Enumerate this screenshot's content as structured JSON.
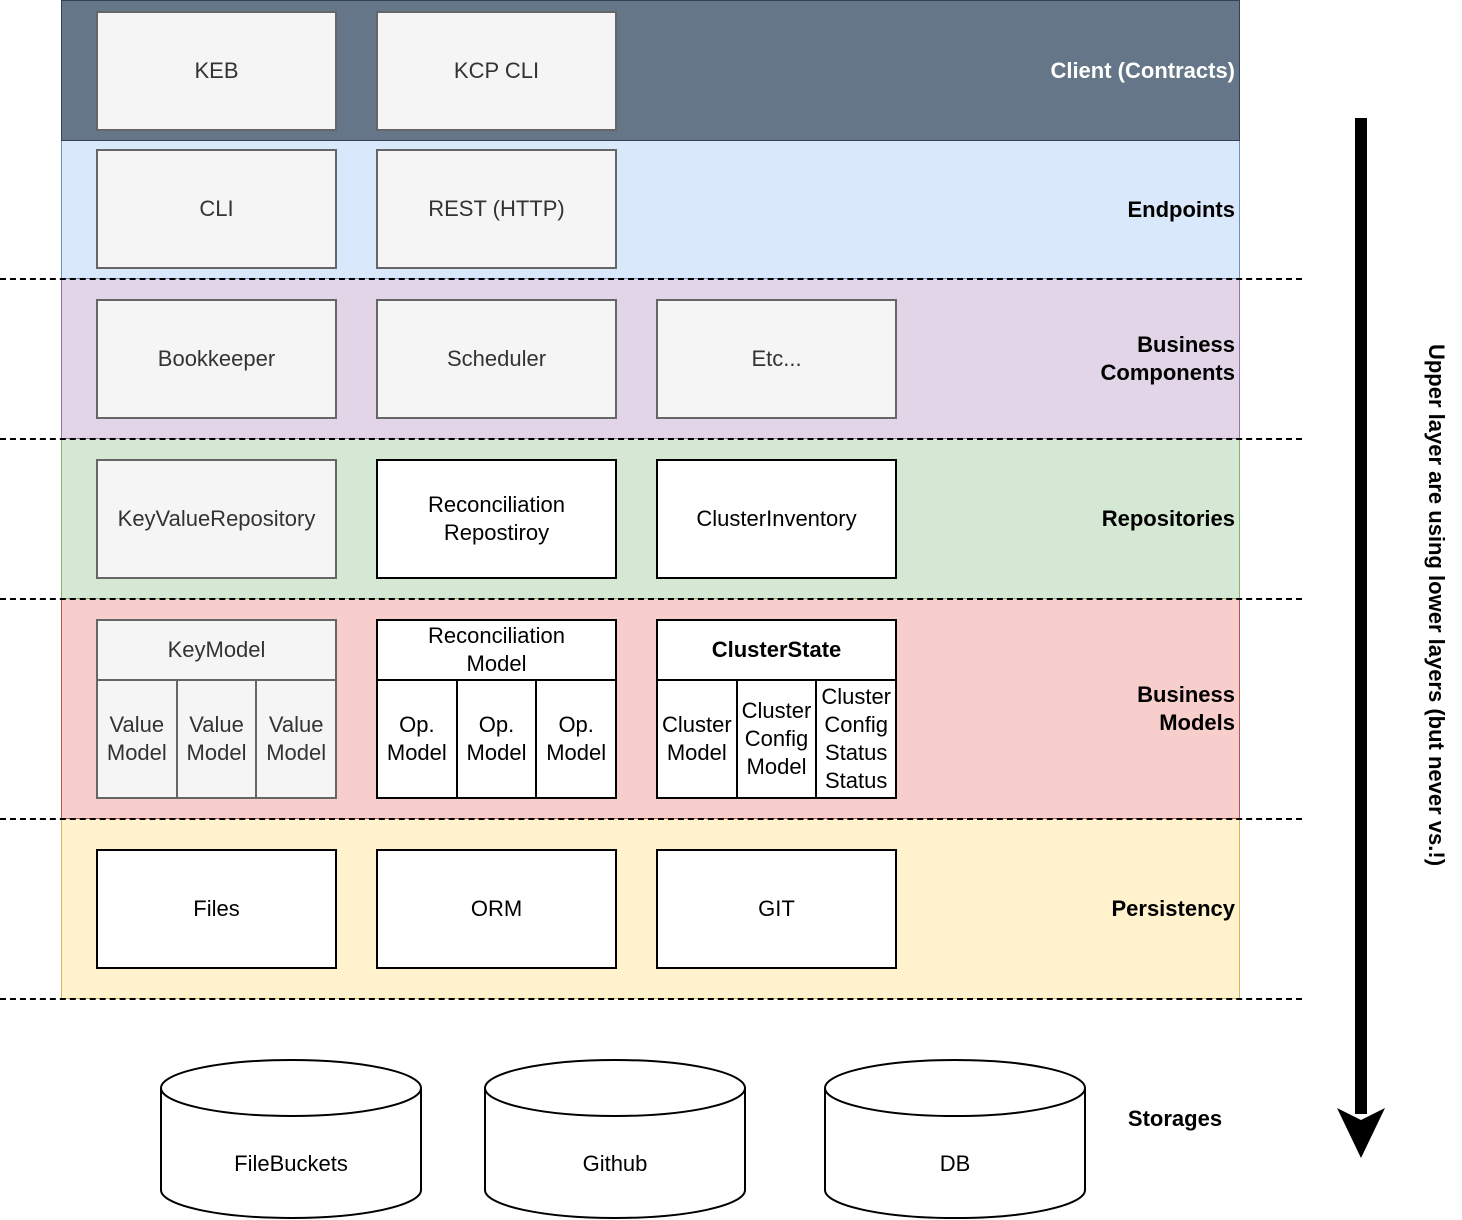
{
  "layers": {
    "client": {
      "title": "Client (Contracts)",
      "boxes": [
        "KEB",
        "KCP CLI"
      ]
    },
    "endpoints": {
      "title": "Endpoints",
      "boxes": [
        "CLI",
        "REST (HTTP)"
      ]
    },
    "business_components": {
      "title": "Business\nComponents",
      "boxes": [
        "Bookkeeper",
        "Scheduler",
        "Etc..."
      ]
    },
    "repositories": {
      "title": "Repositories",
      "boxes": [
        "KeyValueRepository",
        "Reconciliation\nRepostiroy",
        "ClusterInventory"
      ]
    },
    "business_models": {
      "title": "Business\nModels",
      "models": [
        {
          "head": "KeyModel",
          "cells": [
            "Value\nModel",
            "Value\nModel",
            "Value\nModel"
          ]
        },
        {
          "head": "Reconciliation\nModel",
          "cells": [
            "Op.\nModel",
            "Op.\nModel",
            "Op.\nModel"
          ]
        },
        {
          "head": "ClusterState",
          "cells": [
            "Cluster\nModel",
            "Cluster\nConfig\nModel",
            "Cluster\nConfig\nStatus\nStatus"
          ]
        }
      ]
    },
    "persistency": {
      "title": "Persistency",
      "boxes": [
        "Files",
        "ORM",
        "GIT"
      ]
    }
  },
  "storages": {
    "title": "Storages",
    "items": [
      "FileBuckets",
      "Github",
      "DB"
    ]
  },
  "flow_note": "Upper layer are using lower layers (but never vs.!)"
}
